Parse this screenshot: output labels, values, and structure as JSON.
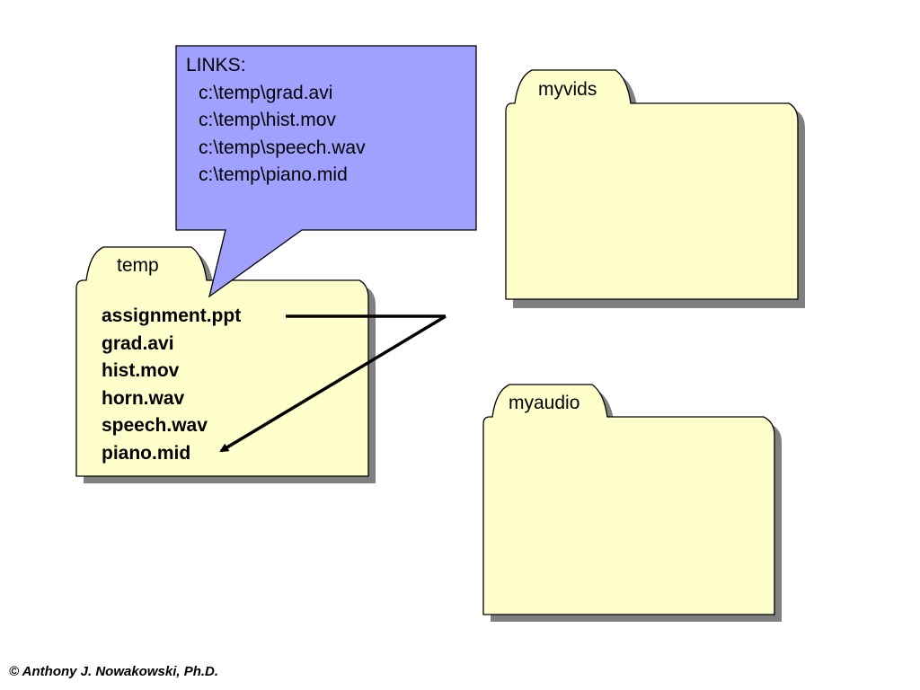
{
  "folders": {
    "temp": {
      "label": "temp",
      "files": [
        "assignment.ppt",
        "grad.avi",
        "hist.mov",
        "horn.wav",
        "speech.wav",
        "piano.mid"
      ]
    },
    "myvids": {
      "label": "myvids"
    },
    "myaudio": {
      "label": "myaudio"
    }
  },
  "callout": {
    "title": "LINKS:",
    "links": [
      "c:\\temp\\grad.avi",
      "c:\\temp\\hist.mov",
      "c:\\temp\\speech.wav",
      "c:\\temp\\piano.mid"
    ]
  },
  "footer": {
    "copyright": "©  Anthony J. Nowakowski, Ph.D."
  },
  "colors": {
    "folder_fill": "#ffffcc",
    "callout_fill": "#a0a0ff",
    "shadow": "#808080"
  }
}
